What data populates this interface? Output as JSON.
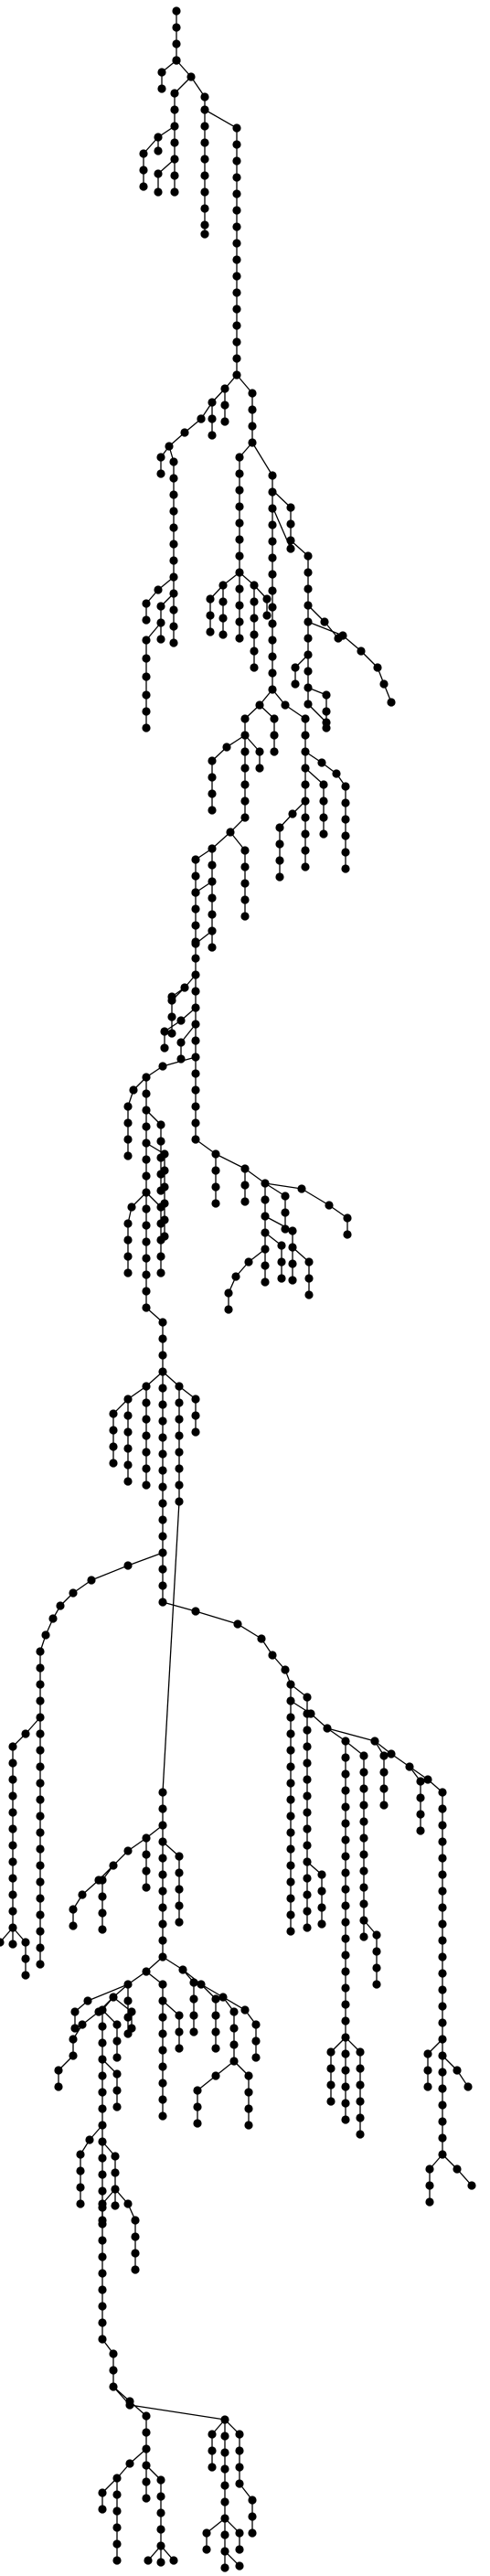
{
  "diagram": {
    "kind": "rooted-tree",
    "orientation": "top-down",
    "node_color": "#000000",
    "edge_color": "#000000",
    "background": "#ffffff",
    "labels": "none"
  }
}
